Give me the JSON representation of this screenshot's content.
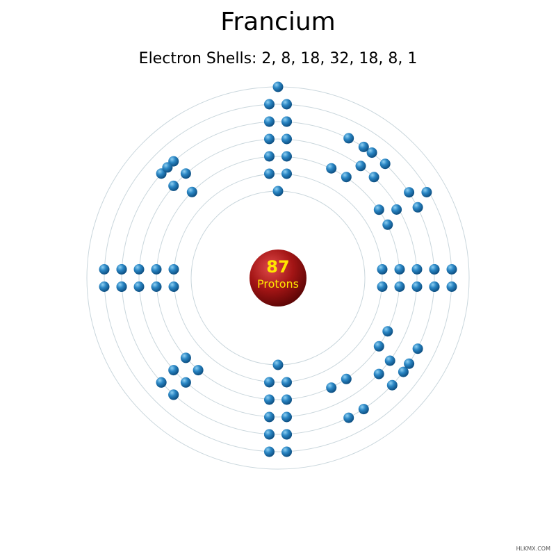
{
  "element": {
    "name": "Francium",
    "shells_label": "Electron Shells: 2, 8, 18, 32, 18, 8, 1",
    "shells": [
      2,
      8,
      18,
      32,
      18,
      8,
      1
    ]
  },
  "nucleus": {
    "count": "87",
    "label": "Protons"
  },
  "watermark": "HLKMX.COM",
  "colors": {
    "nucleus": "#a31515",
    "nucleus_text": "#ffe600",
    "electron": "#1f78b4",
    "orbit": "#c9d6dc"
  }
}
